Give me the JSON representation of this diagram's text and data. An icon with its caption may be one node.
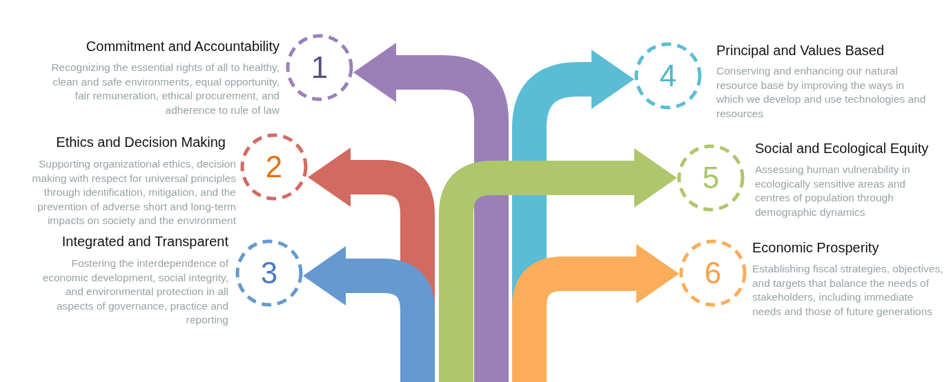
{
  "diagram": {
    "nodes": [
      {
        "text": [
          "1"
        ],
        "beside": [
          "Commitment and Accountability",
          "Recognizing the essential rights of all to healthy, clean and safe environments, equal opportunity, fair remuneration, ethical procurement, and adherence to rule of law"
        ]
      },
      {
        "text": [
          "2"
        ],
        "beside": [
          "Ethics and Decision Making",
          "Supporting organizational ethics, decision making with respect for universal principles through identification, mitigation, and the prevention of adverse short and long-term impacts on society and the environment"
        ]
      },
      {
        "text": [
          "3"
        ],
        "beside": [
          "Integrated and Transparent",
          "Fostering the interdependence of economic development, social integrity, and environmental protection in all aspects of governance, practice and reporting"
        ]
      },
      {
        "text": [
          "4"
        ],
        "beside": [
          "Principal and Values Based",
          "Conserving and enhancing our natural resource base by improving the ways in which we develop and use technologies and resources"
        ]
      },
      {
        "text": [
          "5"
        ],
        "beside": [
          "Social and Ecological Equity",
          "Assessing human vulnerability in ecologically sensitive areas and centres of population through demographic dynamics"
        ]
      },
      {
        "text": [
          "6"
        ],
        "beside": [
          "Economic Prosperity",
          "Establishing fiscal strategies, objectives, and targets that balance the needs of stakeholders, including immediate needs and those of future generations"
        ]
      }
    ],
    "edges": [
      {
        "from": null,
        "to": 0,
        "arrow": "to",
        "color": "#9b80b8"
      },
      {
        "from": null,
        "to": 1,
        "arrow": "to",
        "color": "#d26a61"
      },
      {
        "from": null,
        "to": 2,
        "arrow": "to",
        "color": "#6599cf"
      },
      {
        "from": null,
        "to": 3,
        "arrow": "to",
        "color": "#5bbdd5"
      },
      {
        "from": null,
        "to": 4,
        "arrow": "to",
        "color": "#afc66c"
      },
      {
        "from": null,
        "to": 5,
        "arrow": "to",
        "color": "#fbad5a"
      }
    ]
  }
}
